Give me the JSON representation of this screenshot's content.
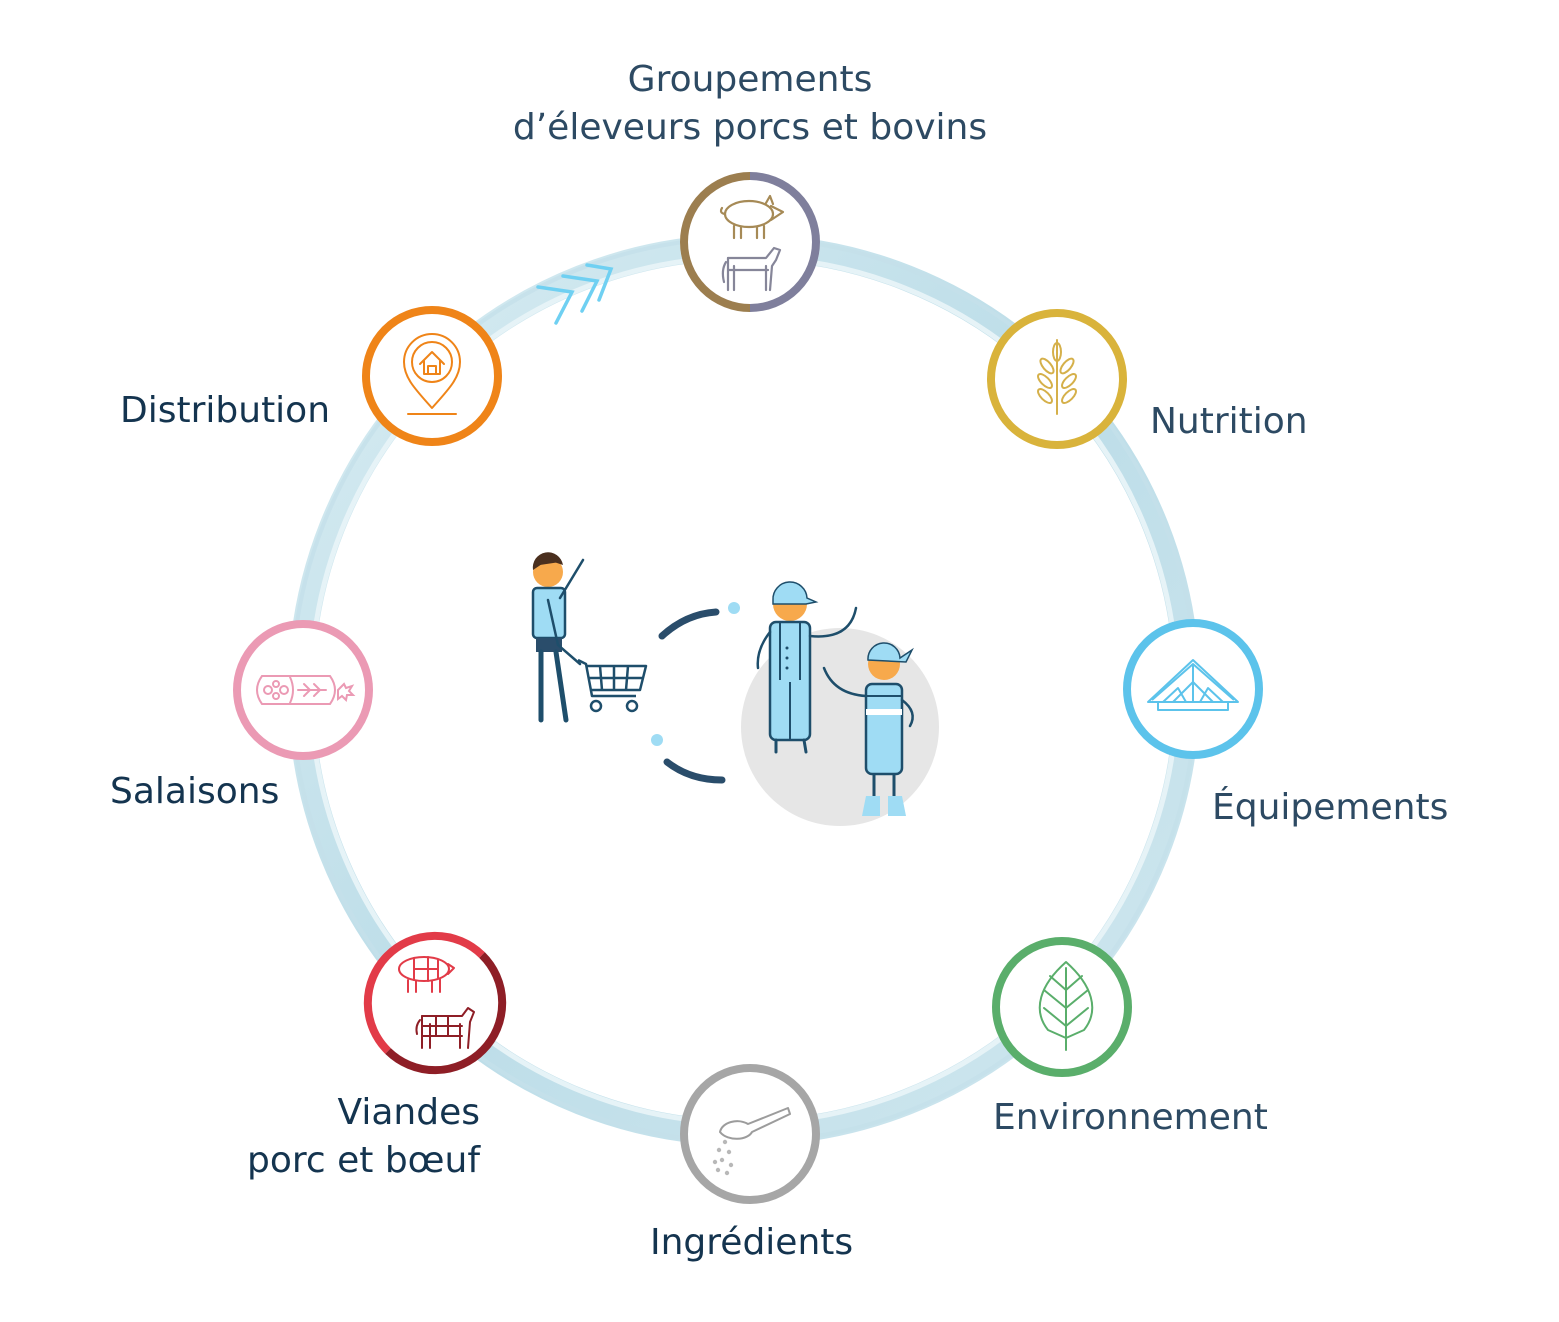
{
  "colors": {
    "ring": "#cfe6ee",
    "text": "#2d4a63",
    "groupements_a": "#9c7e4f",
    "groupements_b": "#7f7f9c",
    "nutrition": "#d9b33b",
    "equipements": "#5cc3eb",
    "environnement": "#5aae6b",
    "ingredients": "#a6a6a6",
    "viandes_a": "#e23b48",
    "viandes_b": "#8e1e26",
    "salaisons": "#eb9ab4",
    "distribution": "#ef8418",
    "figure_fill": "#9fdcf4",
    "figure_stroke": "#1e4e6b",
    "skin": "#f7a94c"
  },
  "nodes": [
    {
      "id": "groupements",
      "icon": "pig-cow-icon",
      "lines": [
        "Groupements",
        "d’éleveurs porcs et bovins"
      ]
    },
    {
      "id": "nutrition",
      "icon": "wheat-icon",
      "lines": [
        "Nutrition"
      ]
    },
    {
      "id": "equipements",
      "icon": "building-frame-icon",
      "lines": [
        "Équipements"
      ]
    },
    {
      "id": "environnement",
      "icon": "leaf-icon",
      "lines": [
        "Environnement"
      ]
    },
    {
      "id": "ingredients",
      "icon": "spoon-powder-icon",
      "lines": [
        "Ingrédients"
      ]
    },
    {
      "id": "viandes",
      "icon": "meat-cuts-icon",
      "lines": [
        "Viandes",
        "porc et bœuf"
      ]
    },
    {
      "id": "salaisons",
      "icon": "sausage-icon",
      "lines": [
        "Salaisons"
      ]
    },
    {
      "id": "distribution",
      "icon": "store-location-icon",
      "lines": [
        "Distribution"
      ]
    }
  ],
  "center": {
    "consumer_icon": "shopper-with-cart-icon",
    "farmers_icon": "farmers-icon",
    "arrows_icon": "chevron-arrows-icon"
  }
}
